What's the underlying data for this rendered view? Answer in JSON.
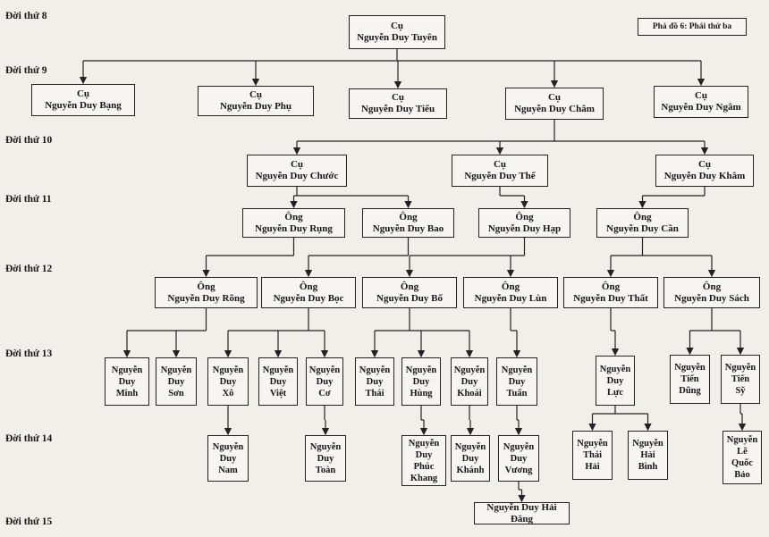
{
  "legend": "Phả đồ 6: Phái thứ ba",
  "generations": [
    "Đời thứ 8",
    "Đời thứ 9",
    "Đời thứ 10",
    "Đời thứ 11",
    "Đời thứ 12",
    "Đời thứ 13",
    "Đời thứ 14",
    "Đời thứ 15"
  ],
  "people": {
    "tuyen": [
      "Cụ",
      "Nguyễn Duy Tuyên"
    ],
    "bang": [
      "Cụ",
      "Nguyễn Duy Bạng"
    ],
    "phu": [
      "Cụ",
      "Nguyễn Duy Phụ"
    ],
    "tieu": [
      "Cụ",
      "Nguyễn Duy Tiếu"
    ],
    "cham": [
      "Cụ",
      "Nguyễn Duy Châm"
    ],
    "ngam": [
      "Cụ",
      "Nguyễn Duy Ngâm"
    ],
    "chuoc": [
      "Cụ",
      "Nguyễn Duy Chước"
    ],
    "the": [
      "Cụ",
      "Nguyễn Duy Thế"
    ],
    "kham": [
      "Cụ",
      "Nguyễn Duy Khâm"
    ],
    "rung": [
      "Ông",
      "Nguyễn Duy Rụng"
    ],
    "bao": [
      "Ông",
      "Nguyễn Duy Bao"
    ],
    "hap": [
      "Ông",
      "Nguyễn Duy Hạp"
    ],
    "can": [
      "Ông",
      "Nguyễn Duy Cần"
    ],
    "rong": [
      "Ông",
      "Nguyễn Duy Rõng"
    ],
    "boc": [
      "Ông",
      "Nguyễn Duy Bọc"
    ],
    "bo": [
      "Ông",
      "Nguyễn Duy Bổ"
    ],
    "lun": [
      "Ông",
      "Nguyễn Duy Lùn"
    ],
    "that": [
      "Ông",
      "Nguyễn Duy Thất"
    ],
    "sach": [
      "Ông",
      "Nguyễn Duy Sách"
    ],
    "minh": [
      "Nguyễn",
      "Duy",
      "Minh"
    ],
    "son": [
      "Nguyễn",
      "Duy",
      "Sơn"
    ],
    "xo": [
      "Nguyễn",
      "Duy",
      "Xô"
    ],
    "viet": [
      "Nguyễn",
      "Duy",
      "Việt"
    ],
    "co": [
      "Nguyễn",
      "Duy",
      "Cơ"
    ],
    "thai": [
      "Nguyễn",
      "Duy",
      "Thái"
    ],
    "hung": [
      "Nguyễn",
      "Duy",
      "Hùng"
    ],
    "khoai": [
      "Nguyễn",
      "Duy",
      "Khoái"
    ],
    "tuan": [
      "Nguyễn",
      "Duy",
      "Tuấn"
    ],
    "luc": [
      "Nguyễn",
      "Duy",
      "Lực"
    ],
    "dung": [
      "Nguyễn",
      "Tiến",
      "Dũng"
    ],
    "sy": [
      "Nguyễn",
      "Tiến",
      "Sỹ"
    ],
    "nam": [
      "Nguyễn",
      "Duy",
      "Nam"
    ],
    "toan": [
      "Nguyễn",
      "Duy",
      "Toàn"
    ],
    "phuckhang": [
      "Nguyễn",
      "Duy",
      "Phúc",
      "Khang"
    ],
    "khanh": [
      "Nguyễn",
      "Duy",
      "Khánh"
    ],
    "vuong": [
      "Nguyễn",
      "Duy",
      "Vương"
    ],
    "thaihai": [
      "Nguyễn",
      "Thái",
      "Hải"
    ],
    "haibinh": [
      "Nguyễn",
      "Hải",
      "Bình"
    ],
    "quocbao": [
      "Nguyễn",
      "Lê",
      "Quốc",
      "Bảo"
    ],
    "haidang": [
      "Nguyễn Duy Hải Đăng"
    ]
  },
  "relations": [
    [
      "tuyen",
      [
        "bang",
        "phu",
        "tieu",
        "cham",
        "ngam"
      ]
    ],
    [
      "cham",
      [
        "chuoc",
        "the",
        "kham"
      ]
    ],
    [
      "chuoc",
      [
        "rung",
        "bao"
      ]
    ],
    [
      "the",
      [
        "hap"
      ]
    ],
    [
      "kham",
      [
        "can"
      ]
    ],
    [
      "rung",
      [
        "rong"
      ]
    ],
    [
      "bao",
      [
        "boc"
      ]
    ],
    [
      "hap",
      [
        "bo",
        "lun"
      ]
    ],
    [
      "can",
      [
        "that",
        "sach"
      ]
    ],
    [
      "rong",
      [
        "minh",
        "son"
      ]
    ],
    [
      "boc",
      [
        "xo",
        "viet",
        "co"
      ]
    ],
    [
      "bo",
      [
        "thai",
        "hung",
        "khoai"
      ]
    ],
    [
      "lun",
      [
        "tuan"
      ]
    ],
    [
      "that",
      [
        "luc"
      ]
    ],
    [
      "sach",
      [
        "dung",
        "sy"
      ]
    ],
    [
      "xo",
      [
        "nam"
      ]
    ],
    [
      "co",
      [
        "toan"
      ]
    ],
    [
      "hung",
      [
        "phuckhang"
      ]
    ],
    [
      "khoai",
      [
        "khanh"
      ]
    ],
    [
      "tuan",
      [
        "vuong"
      ]
    ],
    [
      "luc",
      [
        "thaihai",
        "haibinh"
      ]
    ],
    [
      "sy",
      [
        "quocbao"
      ]
    ],
    [
      "vuong",
      [
        "haidang"
      ]
    ]
  ]
}
